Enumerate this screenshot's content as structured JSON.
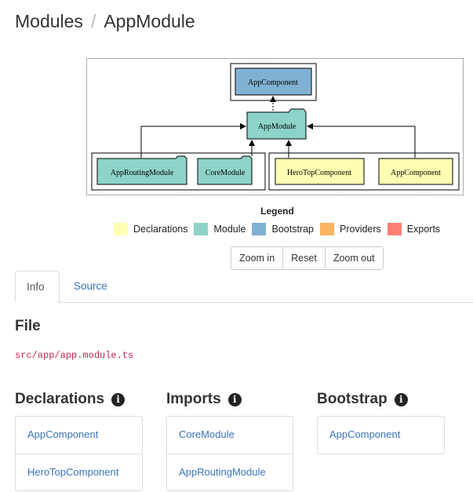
{
  "breadcrumb": {
    "parent": "Modules",
    "separator": "/",
    "current": "AppModule"
  },
  "graph": {
    "nodes": {
      "bootstrap_app": "AppComponent",
      "app_module": "AppModule",
      "routing_module": "AppRoutingModule",
      "core_module": "CoreModule",
      "hero_top": "HeroTopComponent",
      "app_component": "AppComponent"
    },
    "colors": {
      "declarations": "#ffffb3",
      "module": "#8dd3c7",
      "bootstrap": "#80b1d3"
    }
  },
  "legend": {
    "title": "Legend",
    "items": [
      {
        "label": "Declarations",
        "color": "#ffffb3"
      },
      {
        "label": "Module",
        "color": "#8dd3c7"
      },
      {
        "label": "Bootstrap",
        "color": "#80b1d3"
      },
      {
        "label": "Providers",
        "color": "#fdb462"
      },
      {
        "label": "Exports",
        "color": "#fb8072"
      }
    ]
  },
  "zoom": {
    "zoom_in": "Zoom in",
    "reset": "Reset",
    "zoom_out": "Zoom out"
  },
  "tabs": {
    "info": "Info",
    "source": "Source"
  },
  "file": {
    "heading": "File",
    "path": "src/app/app.module.ts"
  },
  "sections": {
    "declarations": {
      "title": "Declarations",
      "items": [
        "AppComponent",
        "HeroTopComponent"
      ]
    },
    "imports": {
      "title": "Imports",
      "items": [
        "CoreModule",
        "AppRoutingModule"
      ]
    },
    "bootstrap": {
      "title": "Bootstrap",
      "items": [
        "AppComponent"
      ]
    }
  }
}
